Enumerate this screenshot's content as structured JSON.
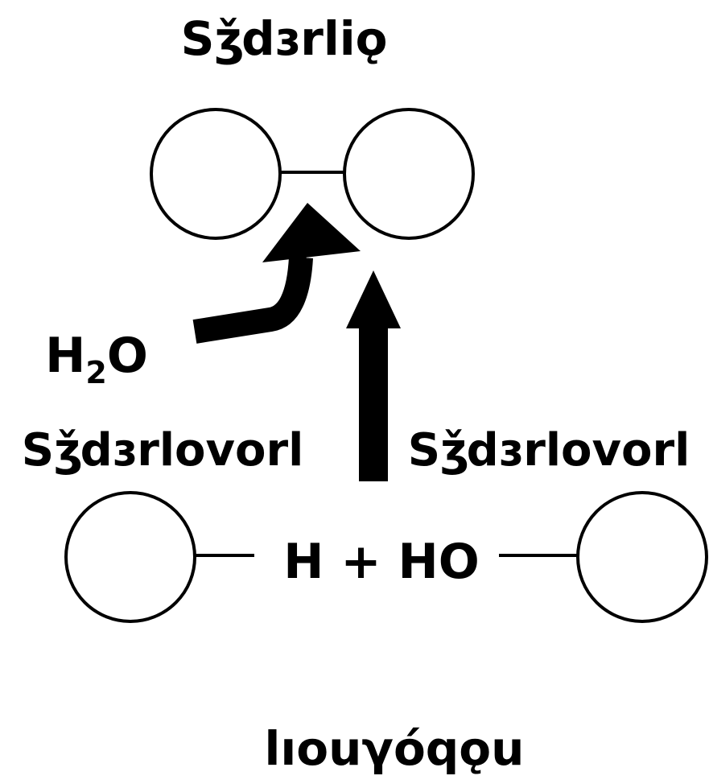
{
  "labels": {
    "top_title": "Sǯdɜrliǫ",
    "water": "H",
    "water_sub": "2",
    "water_o": "O",
    "left_label": "Sǯdɜrlovorl",
    "right_label": "Sǯdɜrlovorl",
    "formula": "H + HO",
    "bottom_title": "lıouγóqǫu"
  },
  "colors": {
    "ink": "#000000",
    "paper": "#ffffff"
  }
}
